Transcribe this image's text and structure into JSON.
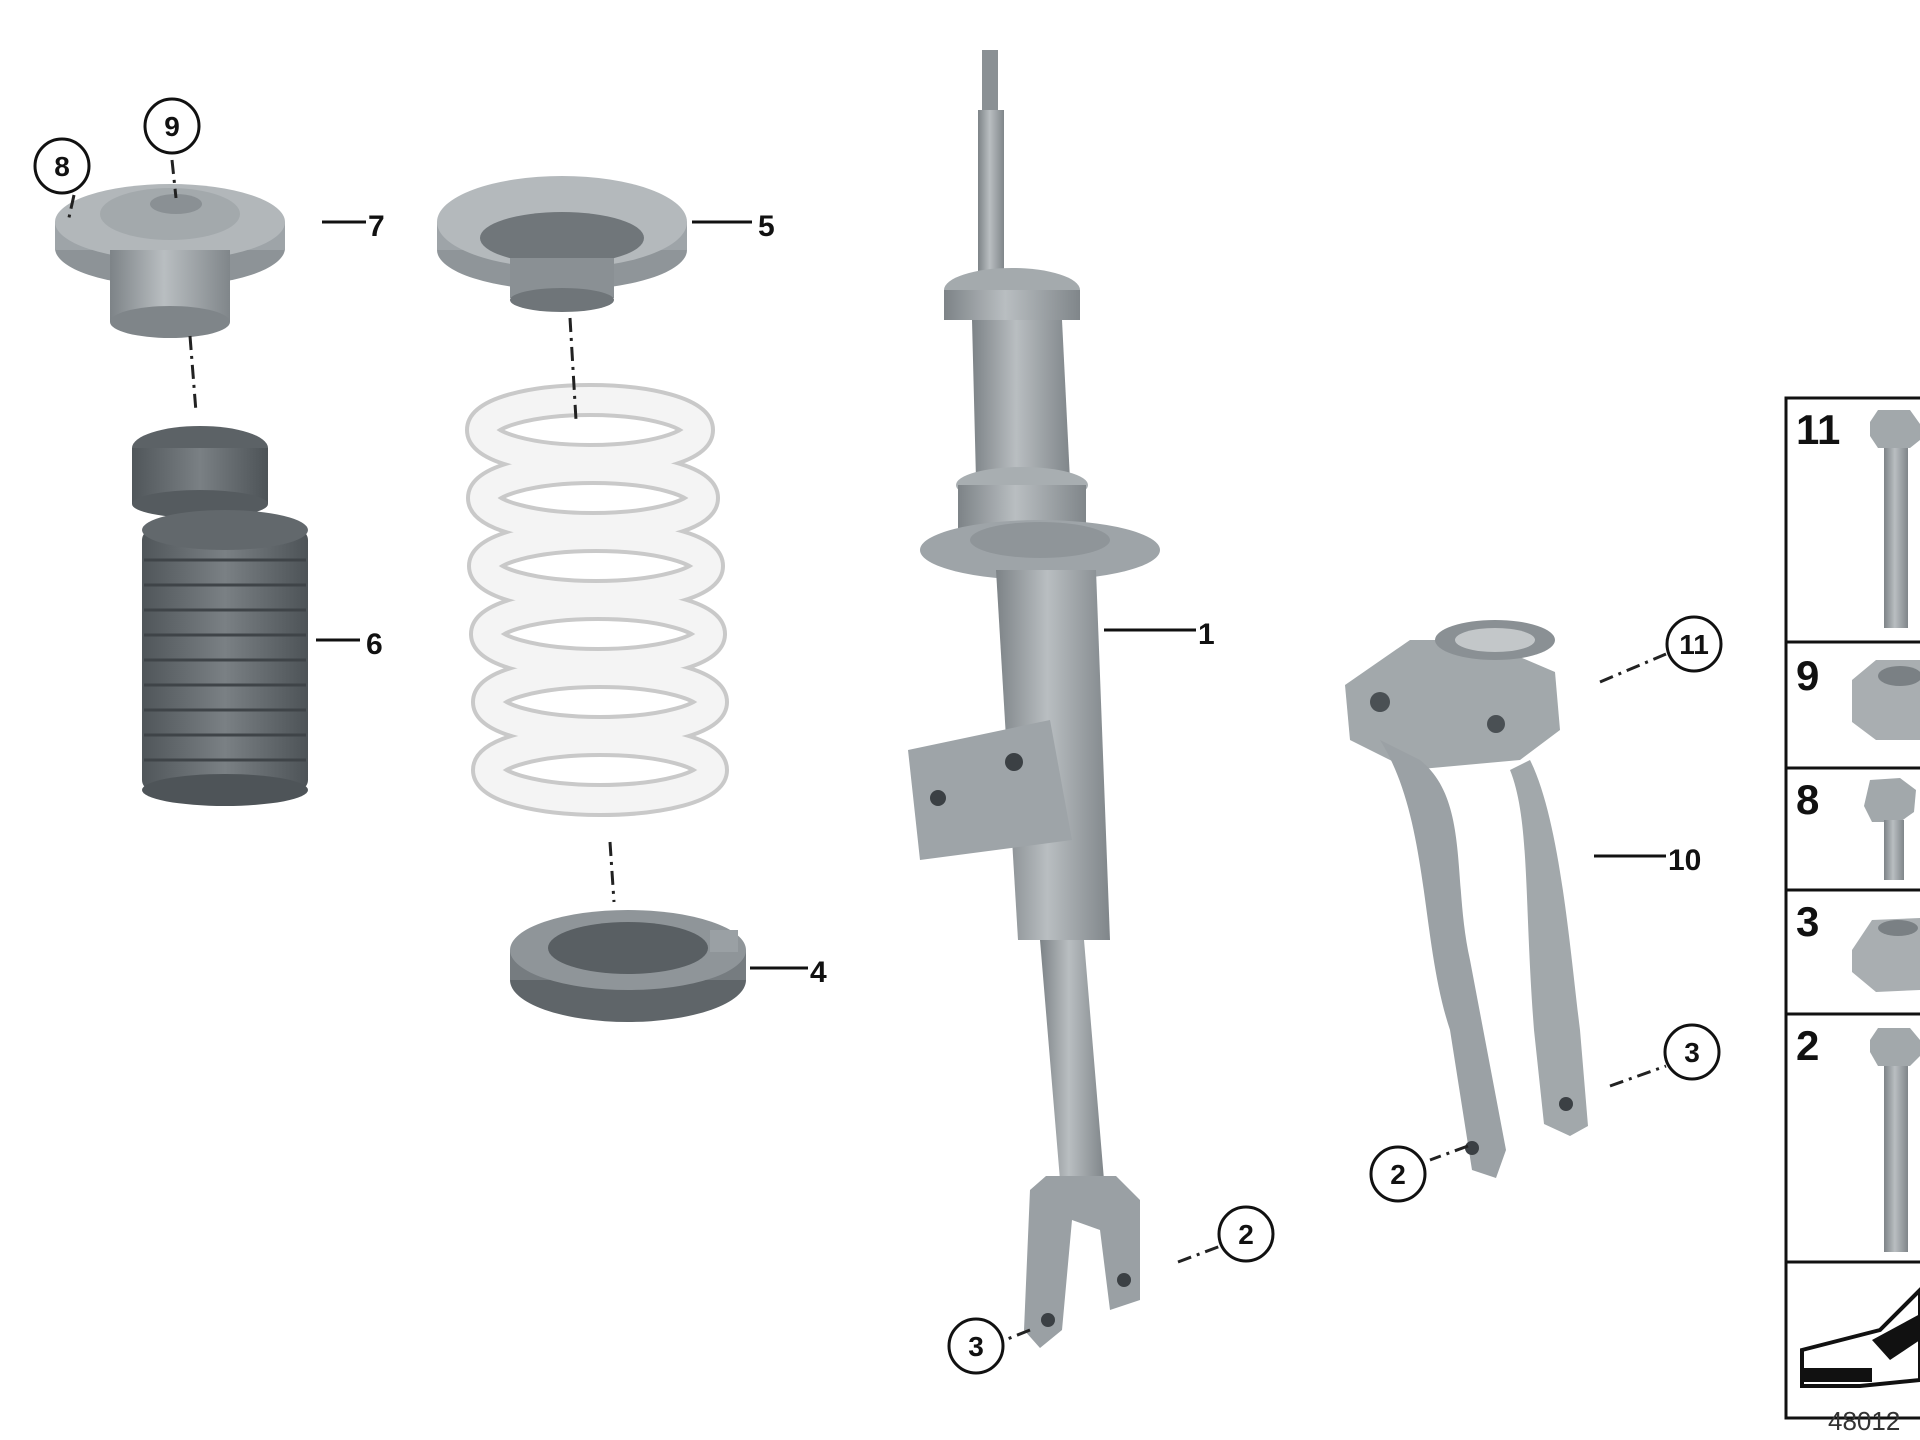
{
  "callouts": {
    "c1": "1",
    "c4": "4",
    "c5": "5",
    "c6": "6",
    "c7": "7",
    "c10": "10"
  },
  "circled": {
    "c8": "8",
    "c9": "9",
    "c11": "11",
    "c2_strut": "2",
    "c3_strut": "3",
    "c2_knuckle": "2",
    "c3_knuckle": "3"
  },
  "fastener_table": {
    "rows": [
      "11",
      "9",
      "8",
      "3",
      "2"
    ]
  },
  "reference_number": "48012",
  "colors": {
    "part_gray": "#9aa0a4",
    "boot_dark": "#6e7478",
    "spring_white": "#f2f2f2",
    "line": "#111111"
  }
}
